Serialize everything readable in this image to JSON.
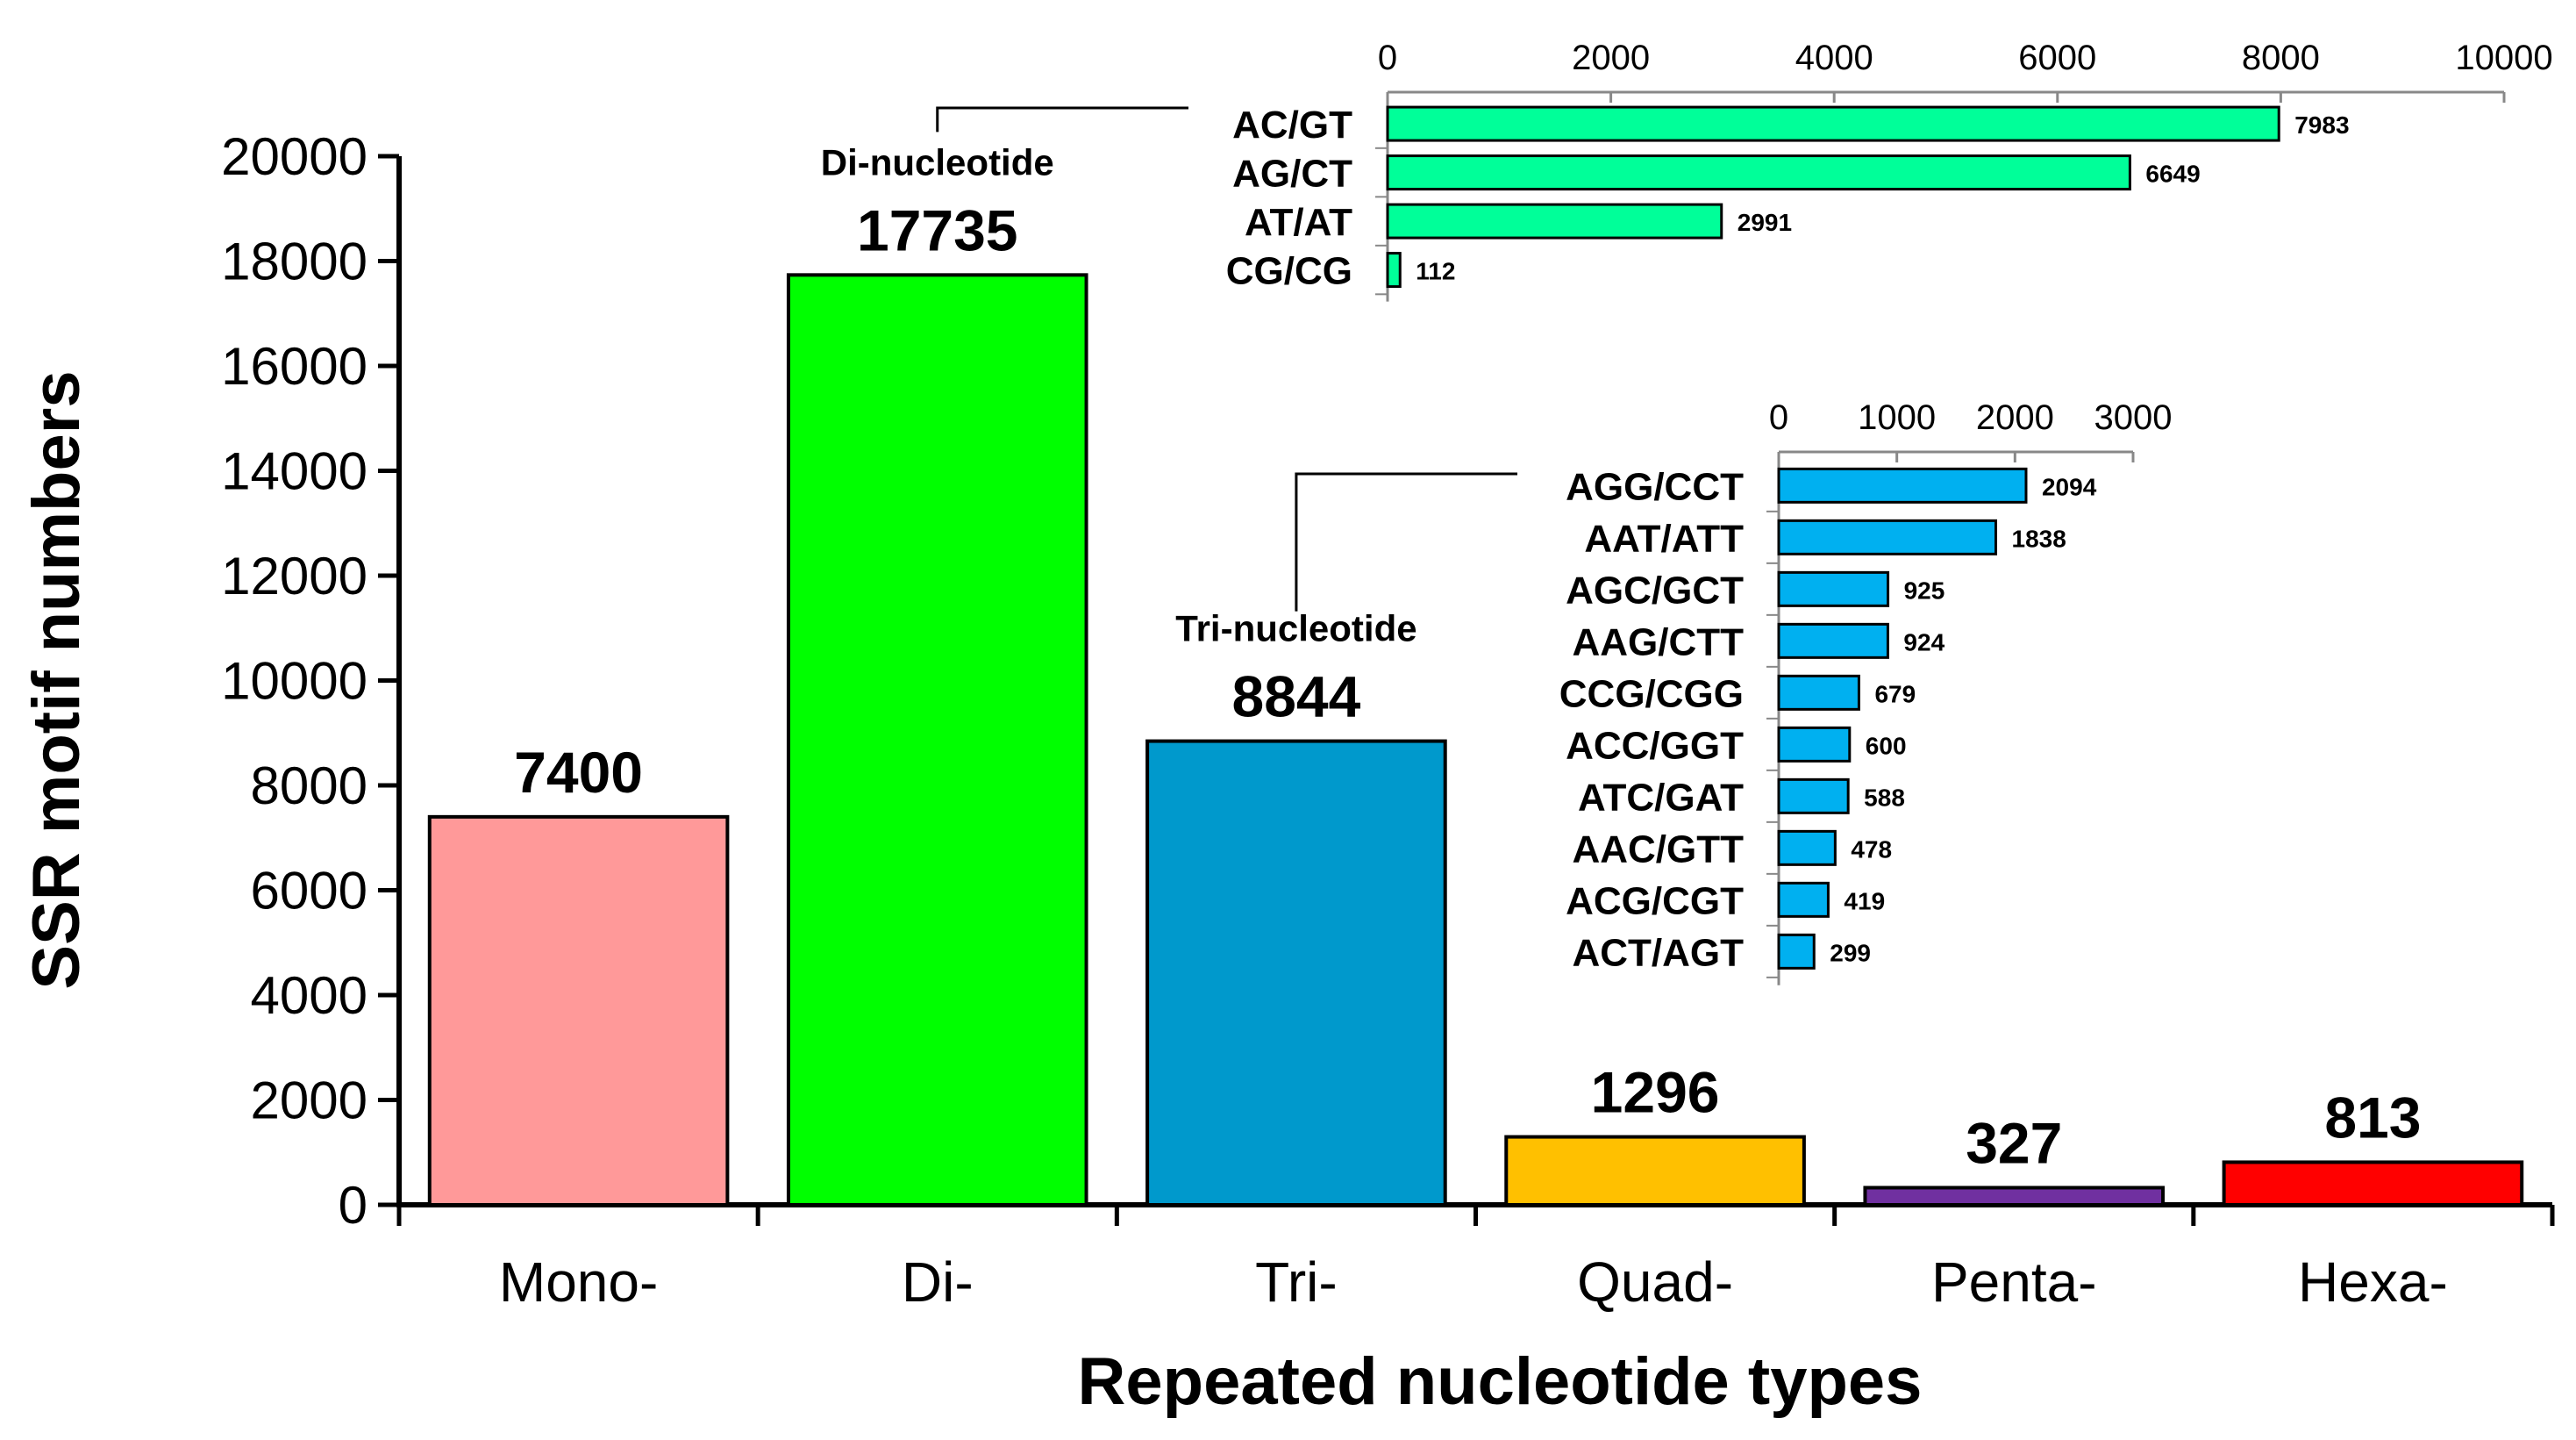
{
  "chart_data": [
    {
      "type": "bar",
      "title": "",
      "xlabel": "Repeated nucleotide types",
      "ylabel": "SSR motif numbers",
      "ylim": [
        0,
        20000
      ],
      "yticks": [
        0,
        2000,
        4000,
        6000,
        8000,
        10000,
        12000,
        14000,
        16000,
        18000,
        20000
      ],
      "categories": [
        "Mono-",
        "Di-",
        "Tri-",
        "Quad-",
        "Penta-",
        "Hexa-"
      ],
      "values": [
        7400,
        17735,
        8844,
        1296,
        327,
        813
      ],
      "colors": [
        "#ff9999",
        "#00ff00",
        "#0099cc",
        "#ffc000",
        "#7030a0",
        "#ff0000"
      ],
      "callouts": [
        "Di-nucleotide",
        "Tri-nucleotide"
      ],
      "grid": false
    },
    {
      "type": "bar",
      "orientation": "horizontal",
      "xlim": [
        0,
        10000
      ],
      "xticks": [
        0,
        2000,
        4000,
        6000,
        8000,
        10000
      ],
      "categories": [
        "AC/GT",
        "AG/CT",
        "AT/AT",
        "CG/CG"
      ],
      "values": [
        7983,
        6649,
        2991,
        112
      ],
      "color": "#00ff99"
    },
    {
      "type": "bar",
      "orientation": "horizontal",
      "xlim": [
        0,
        3000
      ],
      "xticks": [
        0,
        1000,
        2000,
        3000
      ],
      "categories": [
        "AGG/CCT",
        "AAT/ATT",
        "AGC/GCT",
        "AAG/CTT",
        "CCG/CGG",
        "ACC/GGT",
        "ATC/GAT",
        "AAC/GTT",
        "ACG/CGT",
        "ACT/AGT"
      ],
      "values": [
        2094,
        1838,
        925,
        924,
        679,
        600,
        588,
        478,
        419,
        299
      ],
      "color": "#00b0f0"
    }
  ]
}
